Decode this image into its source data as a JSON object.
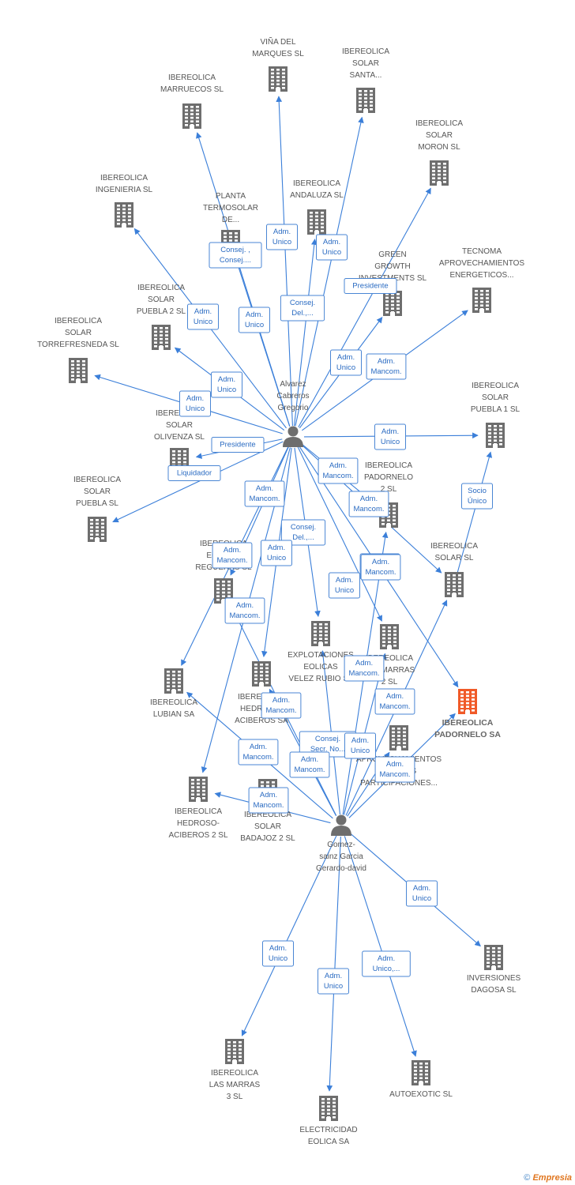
{
  "colors": {
    "edge": "#3b7fd9",
    "node": "#6e6e6e",
    "highlight": "#f05a28",
    "label_text": "#2a6bc2"
  },
  "nodes": [
    {
      "id": "vina",
      "icon": "building",
      "lines": [
        "VIÑA DEL",
        "MARQUES  SL"
      ]
    },
    {
      "id": "santa",
      "icon": "building",
      "lines": [
        "IBEREOLICA",
        "SOLAR",
        "SANTA..."
      ]
    },
    {
      "id": "marruecos",
      "icon": "building",
      "lines": [
        "IBEREOLICA",
        "MARRUECOS SL"
      ]
    },
    {
      "id": "moron",
      "icon": "building",
      "lines": [
        "IBEREOLICA",
        "SOLAR",
        "MORON SL"
      ]
    },
    {
      "id": "ingenieria",
      "icon": "building",
      "lines": [
        "IBEREOLICA",
        "INGENIERIA  SL"
      ]
    },
    {
      "id": "andaluza",
      "icon": "building",
      "lines": [
        "IBEREOLICA",
        "ANDALUZA SL"
      ]
    },
    {
      "id": "planta",
      "icon": "building",
      "lines": [
        "PLANTA",
        "TERMOSOLAR",
        "DE..."
      ]
    },
    {
      "id": "green",
      "icon": "building",
      "lines": [
        "GREEN",
        "GROWTH",
        "INVESTMENTS SL"
      ]
    },
    {
      "id": "tecnoma",
      "icon": "building",
      "lines": [
        "TECNOMA",
        "APROVECHAMIENTOS",
        "ENERGETICOS..."
      ]
    },
    {
      "id": "puebla2",
      "icon": "building",
      "lines": [
        "IBEREOLICA",
        "SOLAR",
        "PUEBLA 2 SL"
      ]
    },
    {
      "id": "torre",
      "icon": "building",
      "lines": [
        "IBEREOLICA",
        "SOLAR",
        "TORREFRESNEDA SL"
      ]
    },
    {
      "id": "puebla1",
      "icon": "building",
      "lines": [
        "IBEREOLICA",
        "SOLAR",
        "PUEBLA 1 SL"
      ]
    },
    {
      "id": "olivenza",
      "icon": "building",
      "lines": [
        "IBEREOLICA",
        "SOLAR",
        "OLIVENZA SL"
      ]
    },
    {
      "id": "puebla",
      "icon": "building",
      "lines": [
        "IBEREOLICA",
        "SOLAR",
        "PUEBLA SL"
      ]
    },
    {
      "id": "padornelo2",
      "icon": "building",
      "lines": [
        "IBEREOLICA",
        "PADORNELO",
        "2 SL"
      ]
    },
    {
      "id": "solar",
      "icon": "building",
      "lines": [
        "IBEREOLICA",
        "SOLAR SL"
      ]
    },
    {
      "id": "regueras",
      "icon": "building",
      "lines": [
        "IBEREOLICA",
        "EOLICAS",
        "REGUERAS SL"
      ]
    },
    {
      "id": "velez",
      "icon": "building",
      "lines": [
        "EXPLOTACIONES",
        "EOLICAS",
        "VELEZ RUBIO SL"
      ]
    },
    {
      "id": "marras2",
      "icon": "building",
      "lines": [
        "IBEREOLICA",
        "LAS MARRAS",
        "2 SL"
      ]
    },
    {
      "id": "lubian",
      "icon": "building",
      "lines": [
        "IBEREOLICA",
        "LUBIAN SA"
      ]
    },
    {
      "id": "hedrosoSA",
      "icon": "building",
      "lines": [
        "IBEREOLICA",
        "HEDROSO-",
        "ACIBEROS SA"
      ]
    },
    {
      "id": "padornelo",
      "icon": "building",
      "highlight": true,
      "lines": [
        "IBEREOLICA",
        "PADORNELO SA"
      ]
    },
    {
      "id": "aprov",
      "icon": "building",
      "lines": [
        "APROVECHAMIENTOS",
        "EOLICOS",
        "PARTICIPACIONES..."
      ]
    },
    {
      "id": "hedroso2",
      "icon": "building",
      "lines": [
        "IBEREOLICA",
        "HEDROSO-",
        "ACIBEROS 2 SL"
      ]
    },
    {
      "id": "badajoz2",
      "icon": "building",
      "lines": [
        "IBEREOLICA",
        "SOLAR",
        "BADAJOZ 2 SL"
      ]
    },
    {
      "id": "alvarez",
      "icon": "person",
      "lines": [
        "Alvarez",
        "Cabreros",
        "Gregorio"
      ]
    },
    {
      "id": "gomez",
      "icon": "person",
      "lines": [
        "Gomez-",
        "sainz Garcia",
        "Gerardo-david"
      ]
    },
    {
      "id": "dagosa",
      "icon": "building",
      "lines": [
        "INVERSIONES",
        "DAGOSA SL"
      ]
    },
    {
      "id": "marras3",
      "icon": "building",
      "lines": [
        "IBEREOLICA",
        "LAS MARRAS",
        "3 SL"
      ]
    },
    {
      "id": "autoexotic",
      "icon": "building",
      "lines": [
        "AUTOEXOTIC SL"
      ]
    },
    {
      "id": "electricidad",
      "icon": "building",
      "lines": [
        "ELECTRICIDAD",
        "EOLICA SA"
      ]
    }
  ],
  "edges": [
    {
      "from": "alvarez",
      "to": "vina",
      "label": [
        "Adm.",
        "Unico"
      ]
    },
    {
      "from": "alvarez",
      "to": "santa",
      "label": [
        "Adm.",
        "Unico"
      ]
    },
    {
      "from": "alvarez",
      "to": "marruecos",
      "label": [
        "Adm.",
        "Unico"
      ]
    },
    {
      "from": "alvarez",
      "to": "moron",
      "label": [
        "Presidente"
      ]
    },
    {
      "from": "alvarez",
      "to": "ingenieria",
      "label": [
        "Adm.",
        "Unico"
      ]
    },
    {
      "from": "alvarez",
      "to": "andaluza",
      "label": [
        "Consej.",
        "Del.,..."
      ]
    },
    {
      "from": "alvarez",
      "to": "planta",
      "label": [
        "Consej. ,",
        "Consej...."
      ]
    },
    {
      "from": "alvarez",
      "to": "green",
      "label": [
        "Adm.",
        "Unico"
      ]
    },
    {
      "from": "alvarez",
      "to": "tecnoma",
      "label": [
        "Adm.",
        "Mancom."
      ]
    },
    {
      "from": "alvarez",
      "to": "puebla2",
      "label": [
        "Adm.",
        "Unico"
      ]
    },
    {
      "from": "alvarez",
      "to": "torre",
      "label": [
        "Adm.",
        "Unico"
      ]
    },
    {
      "from": "alvarez",
      "to": "puebla1",
      "label": [
        "Adm.",
        "Unico"
      ]
    },
    {
      "from": "alvarez",
      "to": "olivenza",
      "label": [
        "Presidente"
      ]
    },
    {
      "from": "alvarez",
      "to": "puebla",
      "label": [
        "Liquidador"
      ]
    },
    {
      "from": "alvarez",
      "to": "padornelo2",
      "label": [
        "Adm.",
        "Mancom."
      ]
    },
    {
      "from": "alvarez",
      "to": "solar",
      "label": [
        "Adm.",
        "Mancom."
      ]
    },
    {
      "from": "alvarez",
      "to": "regueras",
      "label": [
        "Adm.",
        "Mancom."
      ]
    },
    {
      "from": "alvarez",
      "to": "velez",
      "label": [
        "Consej.",
        "Del.,..."
      ]
    },
    {
      "from": "alvarez",
      "to": "lubian",
      "label": [
        "Adm.",
        "Mancom."
      ]
    },
    {
      "from": "alvarez",
      "to": "hedrosoSA",
      "label": [
        "Adm.",
        "Unico"
      ]
    },
    {
      "from": "alvarez",
      "to": "padornelo",
      "label": [
        "Adm.",
        "Mancom."
      ]
    },
    {
      "from": "alvarez",
      "to": "hedroso2",
      "label": [
        "Adm.",
        "Mancom."
      ]
    },
    {
      "from": "alvarez",
      "to": "marras2",
      "label": [
        "Adm.",
        "Unico"
      ]
    },
    {
      "from": "solar",
      "to": "puebla1",
      "label": [
        "Socio",
        "Único"
      ]
    },
    {
      "from": "gomez",
      "to": "lubian",
      "label": [
        "Adm.",
        "Mancom."
      ]
    },
    {
      "from": "gomez",
      "to": "hedroso2",
      "label": [
        "Adm.",
        "Mancom."
      ]
    },
    {
      "from": "gomez",
      "to": "regueras",
      "label": [
        "Adm.",
        "Mancom."
      ]
    },
    {
      "from": "gomez",
      "to": "velez",
      "label": [
        "Consej.",
        "Secr. No..."
      ]
    },
    {
      "from": "gomez",
      "to": "padornelo2",
      "label": [
        "Adm.",
        "Unico"
      ]
    },
    {
      "from": "gomez",
      "to": "solar",
      "label": [
        "Adm.",
        "Mancom."
      ]
    },
    {
      "from": "gomez",
      "to": "marras2",
      "label": [
        "Adm.",
        "Mancom."
      ]
    },
    {
      "from": "gomez",
      "to": "hedrosoSA",
      "label": [
        "Adm.",
        "Mancom."
      ]
    },
    {
      "from": "gomez",
      "to": "aprov",
      "label": [
        "Adm.",
        "Mancom."
      ]
    },
    {
      "from": "gomez",
      "to": "padornelo",
      "label": [
        "Adm.",
        "Mancom."
      ]
    },
    {
      "from": "gomez",
      "to": "dagosa",
      "label": [
        "Adm.",
        "Unico"
      ]
    },
    {
      "from": "gomez",
      "to": "marras3",
      "label": [
        "Adm.",
        "Unico"
      ]
    },
    {
      "from": "gomez",
      "to": "electricidad",
      "label": [
        "Adm.",
        "Unico"
      ]
    },
    {
      "from": "gomez",
      "to": "autoexotic",
      "label": [
        "Adm.",
        "Unico,..."
      ]
    }
  ],
  "credit": {
    "symbol": "©",
    "brand": "Empresia"
  }
}
